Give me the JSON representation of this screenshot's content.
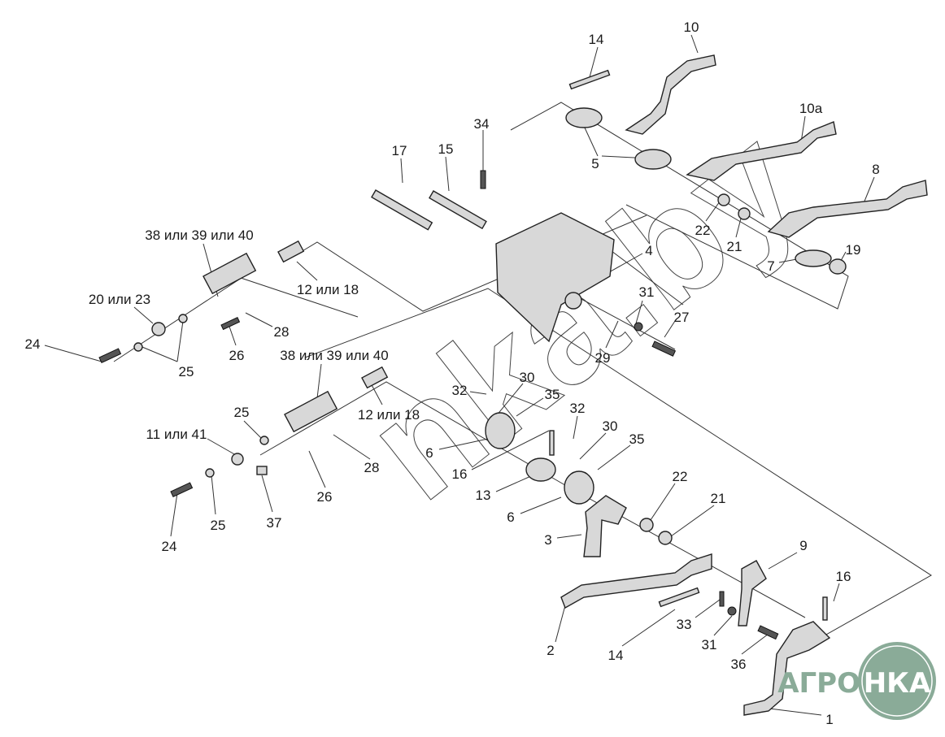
{
  "diagram": {
    "labels": {
      "l14a": "14",
      "l10": "10",
      "l34": "34",
      "l17": "17",
      "l15": "15",
      "l10a": "10а",
      "l5": "5",
      "l8": "8",
      "l22a": "22",
      "l21a": "21",
      "l19": "19",
      "l7": "7",
      "l4": "4",
      "l38a": "38 или 39 или 40",
      "l12a": "12 или 18",
      "l20": "20 или 23",
      "l28a": "28",
      "l31a": "31",
      "l27": "27",
      "l24a": "24",
      "l26a": "26",
      "l25a": "25",
      "l29": "29",
      "l38b": "38 или 39 или 40",
      "l32a": "32",
      "l30a": "30",
      "l35a": "35",
      "l12b": "12 или 18",
      "l25b": "25",
      "l11": "11 или 41",
      "l32b": "32",
      "l30b": "30",
      "l35b": "35",
      "l6a": "6",
      "l16a": "16",
      "l28b": "28",
      "l13": "13",
      "l26b": "26",
      "l22b": "22",
      "l21b": "21",
      "l6b": "6",
      "l37": "37",
      "l24b": "24",
      "l25c": "25",
      "l3": "3",
      "l9": "9",
      "l16b": "16",
      "l33": "33",
      "l31b": "31",
      "l14b": "14",
      "l2": "2",
      "l36": "36",
      "l1": "1"
    },
    "watermark": "nka.by",
    "logo": {
      "text_left": "АГРО",
      "text_right": "НКА",
      "color": "#8aab98"
    }
  }
}
